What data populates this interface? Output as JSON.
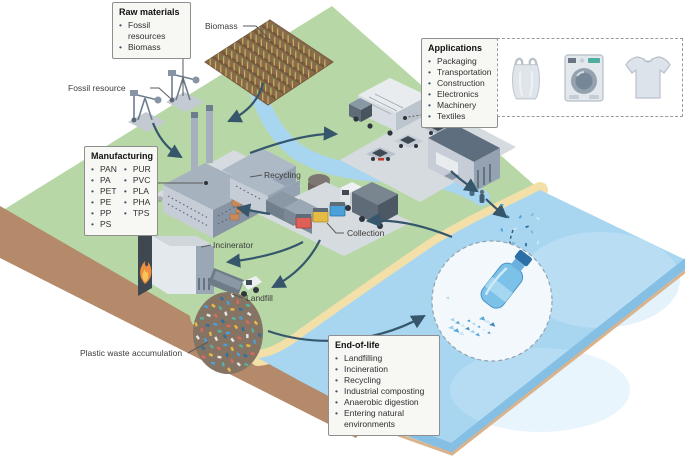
{
  "figure": {
    "boxes": {
      "raw_materials": {
        "title": "Raw materials",
        "items": [
          "Fossil resources",
          "Biomass"
        ]
      },
      "manufacturing": {
        "title": "Manufacturing",
        "col1": [
          "PAN",
          "PA",
          "PET",
          "PE",
          "PP",
          "PS"
        ],
        "col2": [
          "PUR",
          "PVC",
          "PLA",
          "PHA",
          "TPS"
        ]
      },
      "applications": {
        "title": "Applications",
        "items": [
          "Packaging",
          "Transportation",
          "Construction",
          "Electronics",
          "Machinery",
          "Textiles"
        ]
      },
      "end_of_life": {
        "title": "End-of-life",
        "items": [
          "Landfilling",
          "Incineration",
          "Recycling",
          "Industrial composting",
          "Anaerobic digestion",
          "Entering natural environments"
        ]
      }
    },
    "labels": {
      "biomass": "Biomass",
      "fossil_resource": "Fossil resource",
      "recycling": "Recycling",
      "collection": "Collection",
      "incinerator": "Incinerator",
      "landfill": "Landfill",
      "plastic_waste": "Plastic waste accumulation"
    },
    "applications_icons": [
      "plastic-bag",
      "washing-machine",
      "t-shirt"
    ],
    "colors": {
      "land_green": "#b7d8a6",
      "sea_blue": "#a8d6f0",
      "beach_sand": "#f3e0a8",
      "soil_brown": "#b48a6b",
      "arrow_slate": "#35566b",
      "box_bg": "#f7f7f4",
      "box_border": "#8f8f8f",
      "text": "#333333"
    }
  }
}
